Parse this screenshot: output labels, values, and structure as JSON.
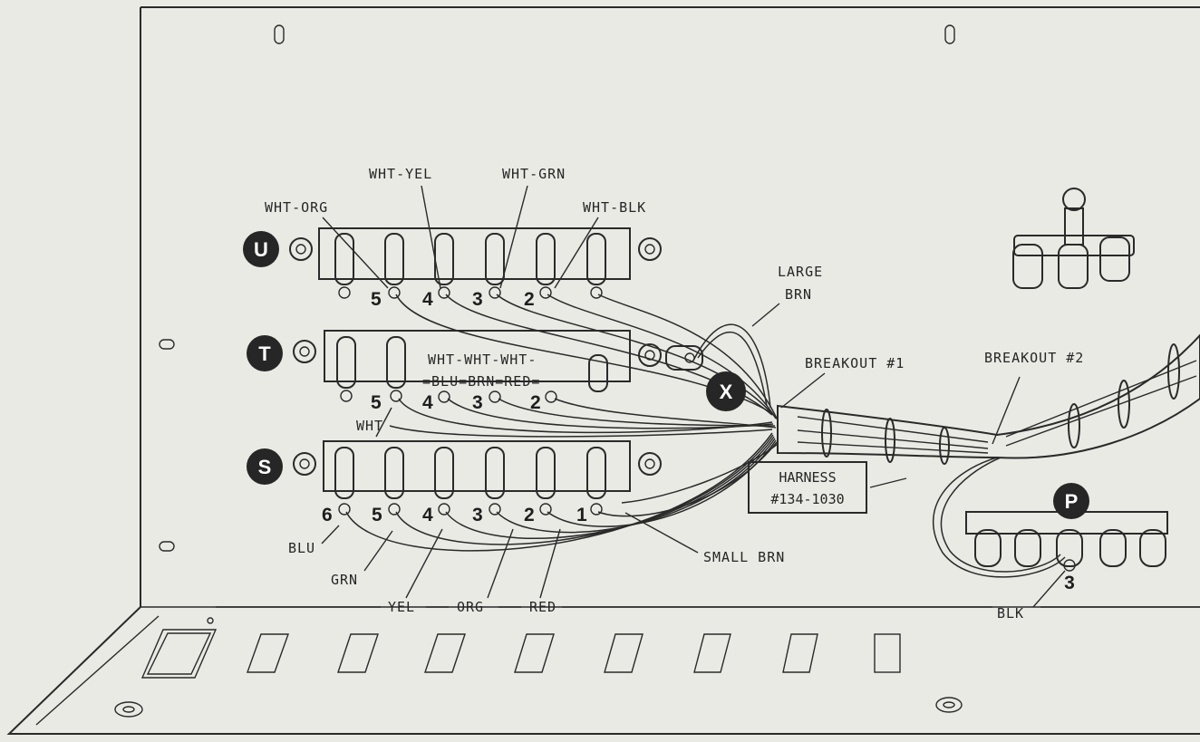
{
  "strips": [
    {
      "id": "U",
      "terminal_numbers": [
        "5",
        "4",
        "3",
        "2"
      ]
    },
    {
      "id": "T",
      "terminal_numbers": [
        "5",
        "4",
        "3",
        "2"
      ]
    },
    {
      "id": "S",
      "terminal_numbers": [
        "6",
        "5",
        "4",
        "3",
        "2",
        "1"
      ]
    }
  ],
  "callouts": {
    "wht_org": "WHT-ORG",
    "wht_yel": "WHT-YEL",
    "wht_grn": "WHT-GRN",
    "wht_blk": "WHT-BLK",
    "large_brn_1": "LARGE",
    "large_brn_2": "BRN",
    "breakout_1": "BREAKOUT #1",
    "breakout_2": "BREAKOUT #2",
    "t_wht_row": "WHT-WHT-WHT-",
    "t_color_row": "=BLU=BRN=RED=",
    "wht": "WHT",
    "blu": "BLU",
    "grn": "GRN",
    "yel": "YEL",
    "org": "ORG",
    "red": "RED",
    "small_brn": "SMALL BRN",
    "blk": "BLK"
  },
  "harness": {
    "line1": "HARNESS",
    "line2": "#134-1030"
  },
  "badges": {
    "x": "X",
    "p": "P"
  },
  "p_strip": {
    "terminal_number": "3"
  }
}
